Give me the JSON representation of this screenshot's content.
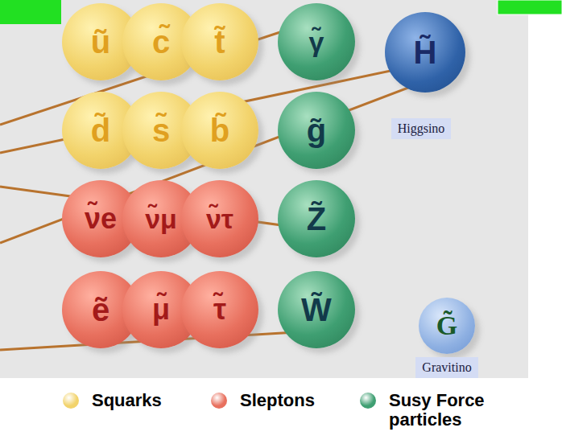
{
  "diagram": {
    "nodes": [
      {
        "text": [
          "ũ"
        ]
      },
      {
        "text": [
          "c̃"
        ]
      },
      {
        "text": [
          "t̃"
        ]
      },
      {
        "text": [
          "γ̃"
        ]
      },
      {
        "text": [
          "H̃",
          "Higgsino"
        ]
      },
      {
        "text": [
          "d̃"
        ]
      },
      {
        "text": [
          "s̃"
        ]
      },
      {
        "text": [
          "b̃"
        ]
      },
      {
        "text": [
          "g̃"
        ]
      },
      {
        "text": [
          "ν̃e"
        ]
      },
      {
        "text": [
          "ν̃μ"
        ]
      },
      {
        "text": [
          "ν̃τ"
        ]
      },
      {
        "text": [
          "Z̃"
        ]
      },
      {
        "text": [
          "ẽ"
        ]
      },
      {
        "text": [
          "μ̃"
        ]
      },
      {
        "text": [
          "τ̃"
        ]
      },
      {
        "text": [
          "W̃"
        ]
      },
      {
        "text": [
          "G̃",
          "Gravitino"
        ]
      }
    ],
    "legend": [
      {
        "text": "Squarks",
        "color": "#f2d36b"
      },
      {
        "text": "Sleptons",
        "color": "#e8705e"
      },
      {
        "text": "Susy Force particles",
        "color": "#3f9f72"
      }
    ]
  }
}
